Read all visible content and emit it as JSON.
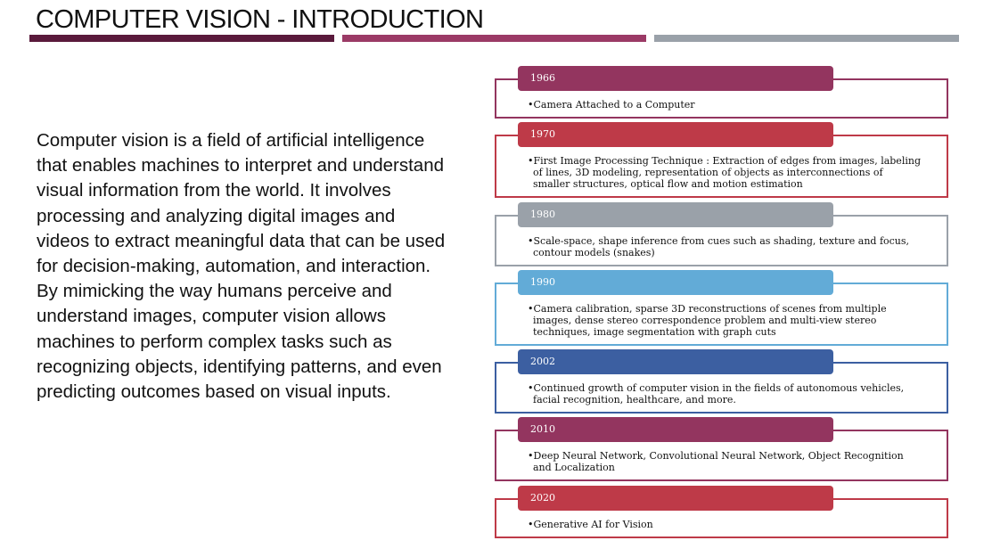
{
  "title": "COMPUTER VISION - INTRODUCTION",
  "intro_text": "Computer vision is a field of artificial intelligence that enables machines to interpret and understand visual information from the world. It involves processing and analyzing digital images and videos to extract meaningful data that can be used for decision-making, automation, and interaction. By mimicking the way humans perceive and understand images, computer vision allows machines to perform complex tasks such as recognizing objects, identifying patterns, and even predicting outcomes based on visual inputs.",
  "colors": {
    "title_bar_1": "#5a1a3c",
    "title_bar_2": "#9b3a66",
    "title_bar_3": "#9aa1a9"
  },
  "timeline": [
    {
      "year": "1966",
      "desc": "Camera Attached to a Computer",
      "color": "#93355f"
    },
    {
      "year": "1970",
      "desc": "First Image Processing Technique : Extraction of edges from images, labeling of lines, 3D modeling, representation of objects as interconnections of smaller structures, optical flow and motion estimation",
      "color": "#be3a48"
    },
    {
      "year": "1980",
      "desc": "Scale-space, shape inference from cues such as shading, texture and focus, contour models (snakes)",
      "color": "#9aa1a9"
    },
    {
      "year": "1990",
      "desc": "Camera calibration, sparse 3D reconstructions of scenes from multiple images, dense stereo correspondence problem and multi-view stereo techniques, image segmentation with graph cuts",
      "color": "#62abd7"
    },
    {
      "year": "2002",
      "desc": "Continued growth of computer vision in the fields of autonomous vehicles, facial recognition, healthcare, and more.",
      "color": "#3c5fa1"
    },
    {
      "year": "2010",
      "desc": "Deep Neural Network, Convolutional Neural Network, Object Recognition and Localization",
      "color": "#93355f"
    },
    {
      "year": "2020",
      "desc": "Generative AI for Vision",
      "color": "#be3a48"
    }
  ]
}
